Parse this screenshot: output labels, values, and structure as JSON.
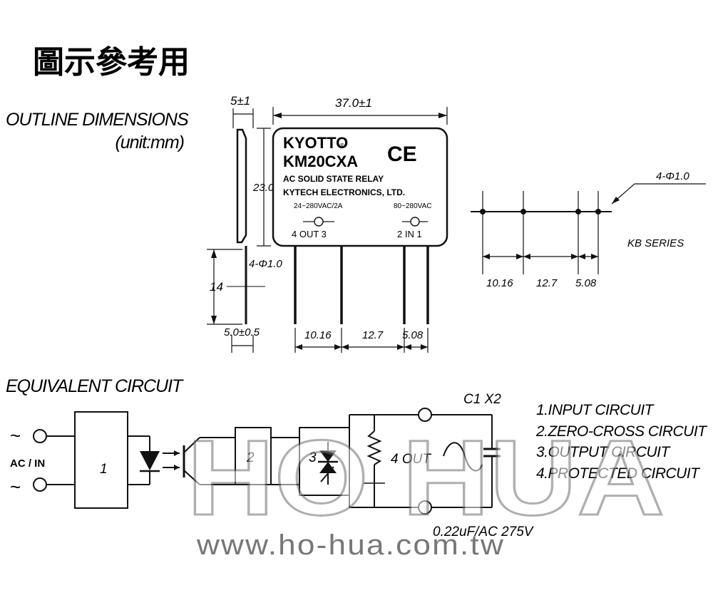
{
  "title": "圖示參考用",
  "outline": {
    "heading": "OUTLINE DIMENSIONS",
    "unit": "(unit:mm)",
    "dims": {
      "thickness": "5±1",
      "length": "37.0±1",
      "height": "23.0",
      "pin_dia_side": "4-Φ1.0",
      "pin_length": "14",
      "pin_offset": "5.0±0.5",
      "pitch_1": "10.16",
      "pitch_2": "12.7",
      "pitch_3": "5.08"
    },
    "label": {
      "brand": "KYOTTO",
      "registered": "®",
      "model": "KM20CXA",
      "ce": "CE",
      "desc": "AC SOLID STATE RELAY",
      "maker": "KYTECH ELECTRONICS, LTD.",
      "out_rating": "24~280VAC/2A",
      "in_rating": "80~280VAC",
      "out_pins": "4 OUT 3",
      "in_pins": "2 IN 1"
    },
    "footprint": {
      "pin_dia": "4-Φ1.0",
      "series": "KB SERIES",
      "pitch_1": "10.16",
      "pitch_2": "12.7",
      "pitch_3": "5.08"
    }
  },
  "circuit": {
    "heading": "EQUIVALENT CIRCUIT",
    "ac_in": "AC / IN",
    "tilde_top": "~",
    "tilde_bottom": "~",
    "block1": "1",
    "block2": "2",
    "block3": "3",
    "out_label": "4 OUT",
    "cap_label": "C1 X2",
    "cap_value": "0.22uF/AC 275V",
    "legend": [
      "1.INPUT CIRCUIT",
      "2.ZERO-CROSS CIRCUIT",
      "3.OUTPUT CIRCUIT",
      "4.PROTECTED CIRCUIT"
    ]
  },
  "watermark": {
    "text": "HO HUA",
    "url": "www.ho-hua.com.tw"
  }
}
